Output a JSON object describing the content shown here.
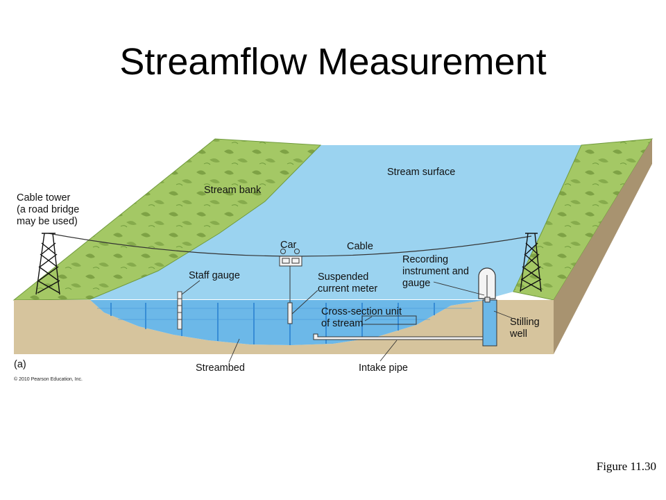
{
  "title": "Streamflow Measurement",
  "labels": {
    "cable_tower": [
      "Cable tower",
      "(a road bridge",
      "may be used)"
    ],
    "stream_bank": "Stream bank",
    "stream_surface": "Stream surface",
    "car": "Car",
    "cable": "Cable",
    "staff_gauge": "Staff gauge",
    "suspended_meter": [
      "Suspended",
      "current meter"
    ],
    "recording": [
      "Recording",
      "instrument and",
      "gauge"
    ],
    "cross_section": [
      "Cross-section unit",
      "of stream"
    ],
    "stilling_well": [
      "Stilling",
      "well"
    ],
    "streambed": "Streambed",
    "intake_pipe": "Intake pipe",
    "panel": "(a)"
  },
  "copyright": "© 2010 Pearson Education, Inc.",
  "caption": "Figure  11.30",
  "colors": {
    "water": "#8ecfee",
    "water_front": "#6cb6e6",
    "grass": "#9ec45e",
    "soil": "#d4c29b"
  }
}
